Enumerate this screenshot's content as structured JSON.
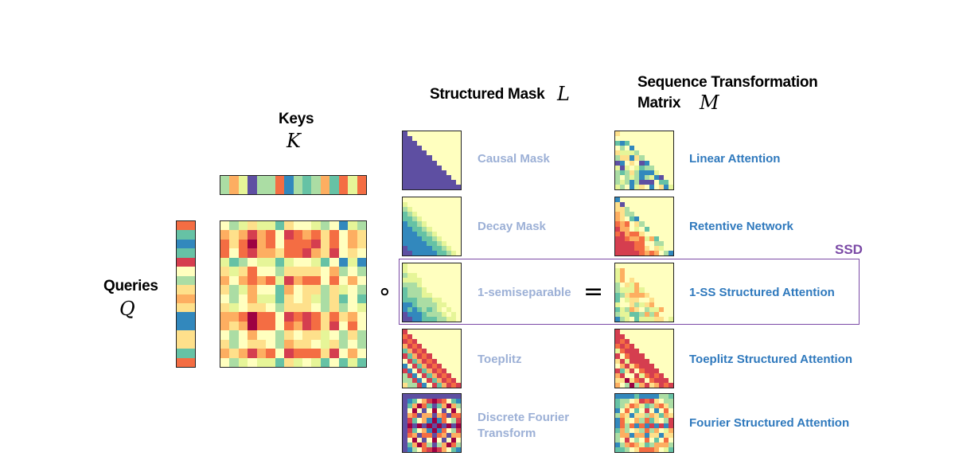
{
  "headers": {
    "keys": "Keys",
    "keys_symbol": "K",
    "queries": "Queries",
    "queries_symbol": "Q",
    "structured_mask": "Structured Mask",
    "structured_mask_symbol": "L",
    "seq_transform_line1": "Sequence Transformation",
    "seq_transform_line2": "Matrix",
    "seq_transform_symbol": "M"
  },
  "operators": {
    "hadamard": "∘",
    "equals": "="
  },
  "ssd_label": "SSD",
  "rows": [
    {
      "mask": "Causal Mask",
      "attention": "Linear Attention"
    },
    {
      "mask": "Decay Mask",
      "attention": "Retentive Network"
    },
    {
      "mask": "1-semiseparable",
      "attention": "1-SS Structured Attention"
    },
    {
      "mask": "Toeplitz",
      "attention": "Toeplitz Structured Attention"
    },
    {
      "mask_line1": "Discrete Fourier",
      "mask_line2": "Transform",
      "attention": "Fourier Structured Attention"
    }
  ],
  "colors": {
    "palette": [
      "#9e0142",
      "#d53e4f",
      "#f46d43",
      "#fdae61",
      "#fee08b",
      "#ffffbf",
      "#e6f598",
      "#abdda4",
      "#66c2a5",
      "#3288bd",
      "#5e4fa2"
    ],
    "mask_label": "#9cb0d6",
    "attention_label": "#2f79bd",
    "ssd": "#7b4aa6"
  }
}
